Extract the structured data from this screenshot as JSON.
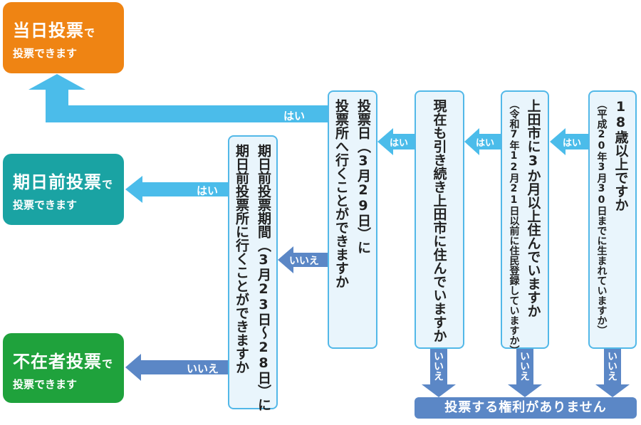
{
  "colors": {
    "same_day": "#ef8413",
    "early": "#1aa3a3",
    "absentee": "#1fa23c",
    "yes_arrow": "#4bbcea",
    "no_arrow": "#5b87c6",
    "question_bg": "#e9f5fc",
    "question_border": "#52b8e8"
  },
  "results": {
    "same_day": {
      "title": "当日投票",
      "suffix": "で",
      "line2": "投票できます"
    },
    "early": {
      "title": "期日前投票",
      "suffix": "で",
      "line2": "投票できます"
    },
    "absentee": {
      "title": "不在者投票",
      "suffix": "で",
      "line2": "投票できます"
    },
    "no_right": "投票する権利がありません"
  },
  "questions": [
    {
      "main": "18歳以上ですか",
      "sub": "（平成20年3月30日までに生まれていますか）"
    },
    {
      "main": "上田市に3か月以上住んでいますか",
      "sub": "（令和7年12月21日以前に住民登録していますか）"
    },
    {
      "main": "現在も引き続き上田市に住んでいますか"
    },
    {
      "main": "投票日（3月29日）に",
      "main2": "投票所へ行くことができますか"
    },
    {
      "main": "期日前投票期間（3月23日～28日）に",
      "main2": "期日前投票所に行くことができますか"
    }
  ],
  "labels": {
    "yes": "はい",
    "no": "いいえ"
  }
}
